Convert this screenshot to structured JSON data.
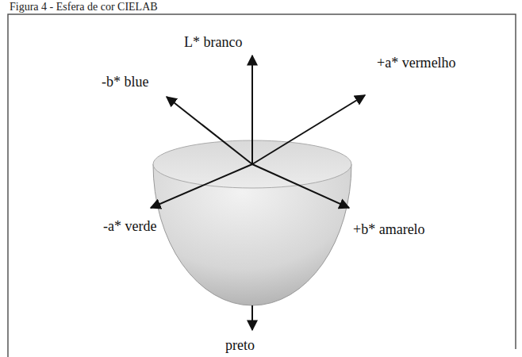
{
  "diagram": {
    "title": "Figura 4 - Esfera de cor CIELAB",
    "labels": [
      "L* branco",
      "-b* blue",
      "+a* vermelho",
      "-a* verde",
      "+b* amarelo",
      "preto"
    ]
  }
}
